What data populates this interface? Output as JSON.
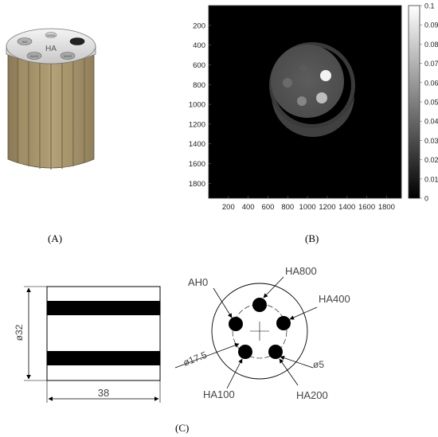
{
  "panels": {
    "a": {
      "label": "(A)",
      "cap_text": "HA",
      "button_labels": [
        "HA0",
        "HA100",
        "HA200",
        "HA800"
      ]
    },
    "b": {
      "label": "(B)",
      "y_ticks": [
        "200",
        "400",
        "600",
        "800",
        "1000",
        "1200",
        "1400",
        "1600",
        "1800"
      ],
      "x_ticks": [
        "200",
        "400",
        "600",
        "800",
        "1000",
        "1200",
        "1400",
        "1600",
        "1800"
      ],
      "colorbar_ticks": [
        "0",
        "0.01",
        "0.02",
        "0.03",
        "0.04",
        "0.05",
        "0.06",
        "0.07",
        "0.08",
        "0.09",
        "0.1"
      ]
    },
    "c": {
      "label": "(C)",
      "length_label": "38",
      "diameter_label": "ø32",
      "circle_diameter_label": "ø17.5",
      "hole_diameter_label": "ø5",
      "hole_labels": {
        "ah0": "AH0",
        "ha800": "HA800",
        "ha400": "HA400",
        "ha100": "HA100",
        "ha200": "HA200"
      }
    }
  },
  "chart_data": {
    "type": "heatmap",
    "x_ticks": [
      200,
      400,
      600,
      800,
      1000,
      1200,
      1400,
      1600,
      1800
    ],
    "y_ticks": [
      200,
      400,
      600,
      800,
      1000,
      1200,
      1400,
      1600,
      1800
    ],
    "xlim": [
      0,
      1950
    ],
    "ylim": [
      1950,
      0
    ],
    "colorbar": {
      "range": [
        0,
        0.1
      ],
      "ticks": [
        0,
        0.01,
        0.02,
        0.03,
        0.04,
        0.05,
        0.06,
        0.07,
        0.08,
        0.09,
        0.1
      ],
      "colormap": "gray"
    }
  }
}
